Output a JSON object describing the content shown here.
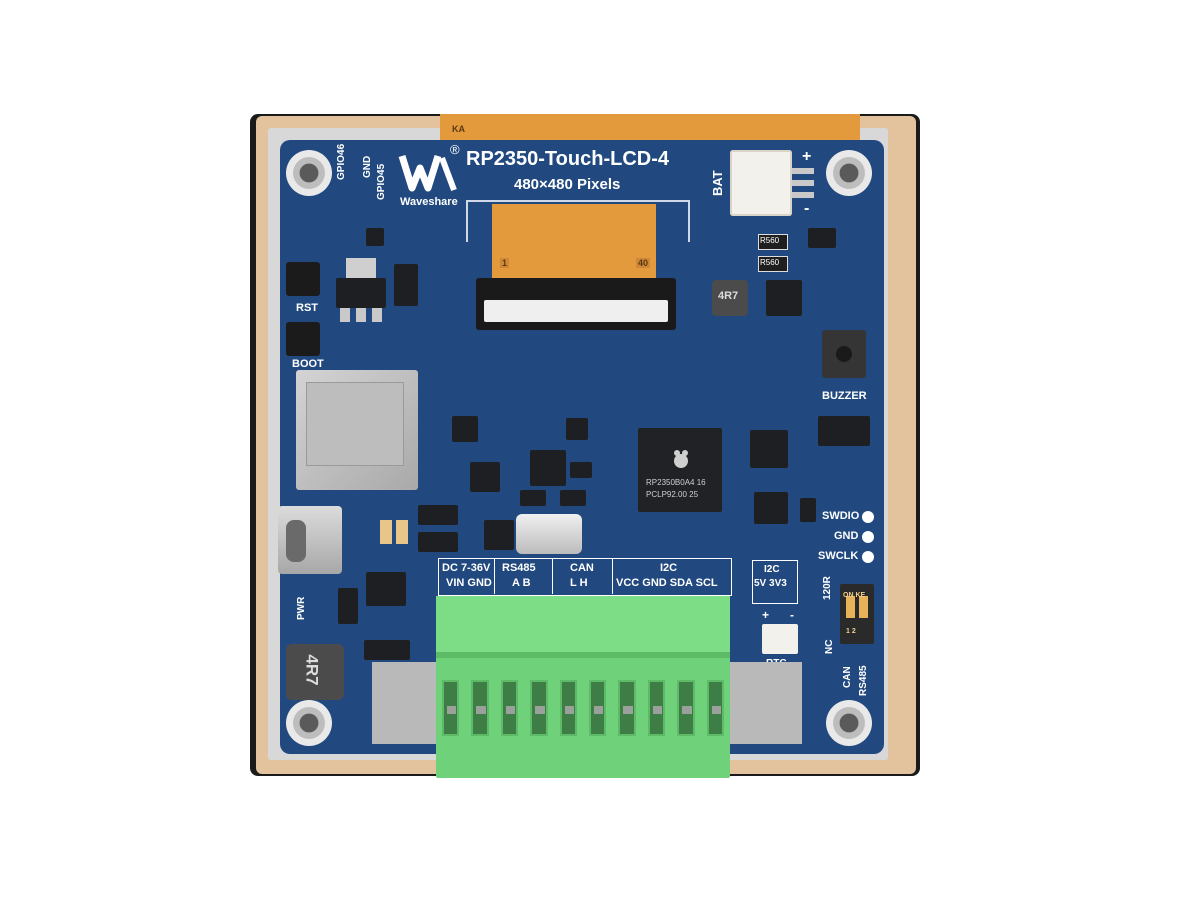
{
  "board": {
    "title": "RP2350-Touch-LCD-4",
    "subtitle": "480×480 Pixels",
    "brand": "Waveshare",
    "registered": "®",
    "colors": {
      "pcb": "#21497f",
      "frame": "#1a1a1a",
      "bezel": "#e2c39d",
      "terminal": "#6fd17a",
      "flex": "#e39a3c"
    }
  },
  "labels": {
    "gpio46": "GPIO46",
    "gnd_top": "GND",
    "gpio45": "GPIO45",
    "bat": "BAT",
    "bat_plus": "+",
    "bat_minus": "-",
    "rst": "RST",
    "boot": "BOOT",
    "pwr": "PWR",
    "buzzer": "BUZZER",
    "swdio": "SWDIO",
    "gnd_swd": "GND",
    "swclk": "SWCLK",
    "rtc": "RTC",
    "r120": "120R",
    "nc": "NC",
    "can_sw": "CAN",
    "rs485_sw": "RS485",
    "dip_on": "ON KE",
    "dip_nums": "1  2",
    "i2c_header": "I2C",
    "i2c_voltages": "5V  3V3",
    "rtc_plus": "+",
    "rtc_minus": "-",
    "flex_start": "1",
    "flex_end": "40",
    "flex_top": "KA",
    "mcu_line1": "RP2350B0A4  16",
    "mcu_line2": "PCLP92.00   25",
    "inductor_small": "4R7",
    "inductor_big": "4R7",
    "r560_a": "R560",
    "r560_b": "R560"
  },
  "terminal": {
    "groups": [
      {
        "name": "DC 7-36V",
        "pins": "VIN GND"
      },
      {
        "name": "RS485",
        "pins": "A    B"
      },
      {
        "name": "CAN",
        "pins": "L    H"
      },
      {
        "name": "I2C",
        "pins": "VCC GND SDA  SCL"
      }
    ],
    "pin_count": 10
  }
}
